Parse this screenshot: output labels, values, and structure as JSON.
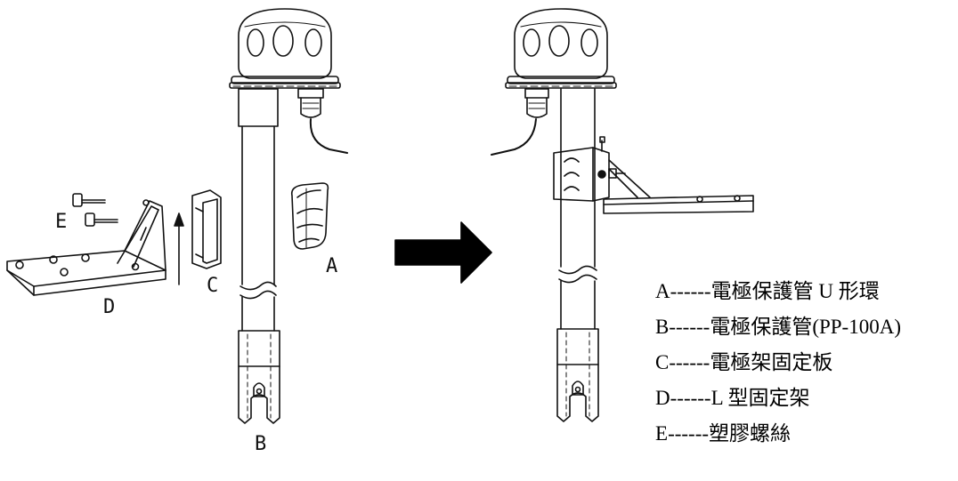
{
  "part_labels": {
    "a": "A",
    "b": "B",
    "c": "C",
    "d": "D",
    "e": "E"
  },
  "legend": [
    {
      "key": "A",
      "dashes": "------",
      "text": "電極保護管 U 形環"
    },
    {
      "key": "B",
      "dashes": "------",
      "text": "電極保護管(PP-100A)"
    },
    {
      "key": "C",
      "dashes": "------",
      "text": "電極架固定板"
    },
    {
      "key": "D",
      "dashes": "------",
      "text": "L 型固定架"
    },
    {
      "key": "E",
      "dashes": "------",
      "text": "塑膠螺絲"
    }
  ],
  "colors": {
    "line": "#111111",
    "arrow": "#000000",
    "background": "#ffffff"
  }
}
